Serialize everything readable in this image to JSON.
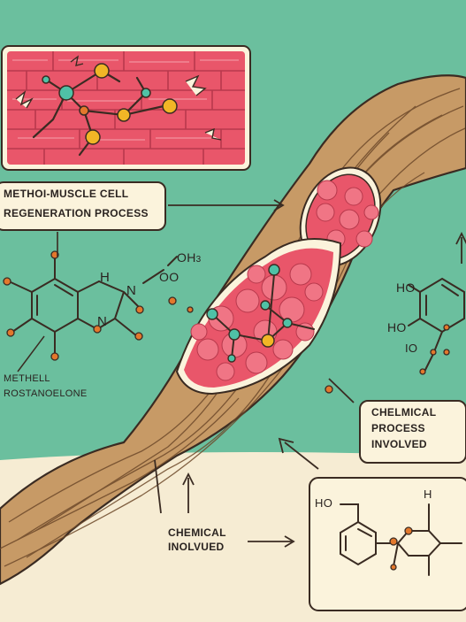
{
  "labels": {
    "regeneration_line1": "METHOI-MUSCLE CELL",
    "regeneration_line2": "REGENERATION PROCESS",
    "compound_line1": "METHELL",
    "compound_line2": "ROSTANOELONE",
    "chem_process_line1": "CHELMICAL",
    "chem_process_line2": "PROCESS",
    "chem_process_line3": "INVOLVED",
    "chem_involved_line1": "CHEMICAL",
    "chem_involved_line2": "INOLVUED"
  },
  "molecule_text": {
    "oh3": "OH",
    "oh3_sub": "3",
    "oo": "OO",
    "h_top": "H",
    "n_mid": "N",
    "n_bot": "N",
    "ho_right": "HO",
    "ho_right2": "HO",
    "io": "IO",
    "ho_box": "HO",
    "h_box": "H"
  },
  "colors": {
    "background": "#6bbf9e",
    "panel": "#fbf3dc",
    "muscle": "#e9566a",
    "fiber": "#c79a66",
    "cell": "#e8546a",
    "atom_teal": "#4fc1a6",
    "atom_yellow": "#f1b626",
    "atom_orange": "#e3782c",
    "outline": "#3a2b22"
  }
}
